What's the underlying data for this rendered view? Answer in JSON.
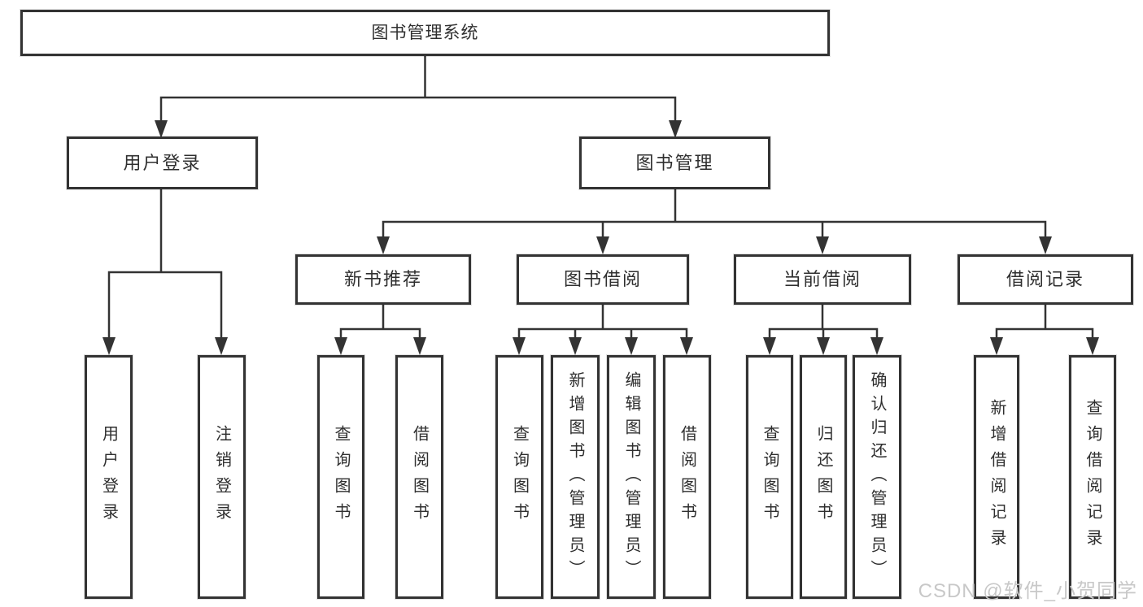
{
  "diagram": {
    "root": {
      "label": "图书管理系统"
    },
    "level2": {
      "user_login": {
        "label": "用户登录"
      },
      "book_management": {
        "label": "图书管理"
      }
    },
    "user_login_children": [
      "用户登录",
      "注销登录"
    ],
    "groups": [
      {
        "label": "新书推荐",
        "children": [
          "查询图书",
          "借阅图书"
        ]
      },
      {
        "label": "图书借阅",
        "children": [
          "查询图书",
          "新增图书（管理员）",
          "编辑图书（管理员）",
          "借阅图书"
        ]
      },
      {
        "label": "当前借阅",
        "children": [
          "查询图书",
          "归还图书",
          "确认归还（管理员）"
        ]
      },
      {
        "label": "借阅记录",
        "children": [
          "新增借阅记录",
          "查询借阅记录"
        ]
      }
    ]
  },
  "watermark": {
    "text": "CSDN @软件_小贺同学",
    "color": "#c8c8c8"
  },
  "colors": {
    "line": "#333333",
    "text": "#2f2f2f",
    "node_background": "#ffffff",
    "page_background": "#ffffff"
  }
}
